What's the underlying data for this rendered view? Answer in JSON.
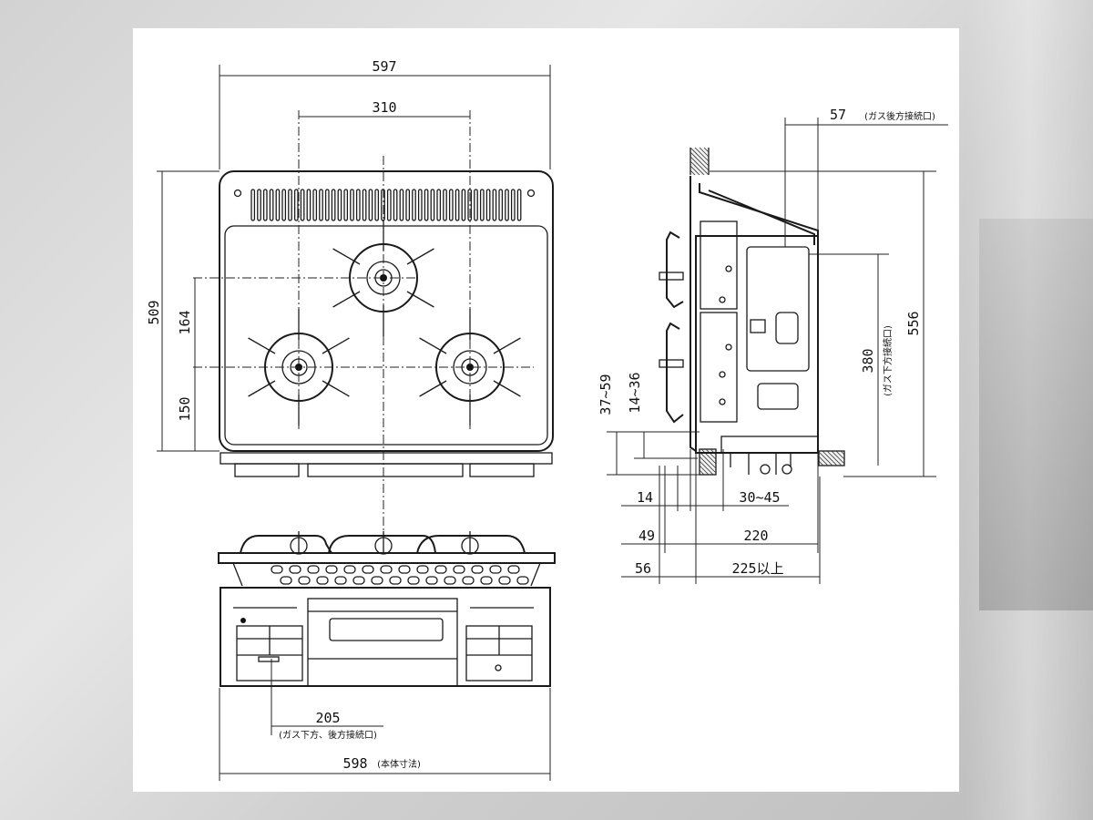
{
  "dimensions": {
    "overall_width_top": "597",
    "burner_spacing": "310",
    "depth_total": "509",
    "front_to_rear_burner": "164",
    "front_burner_to_edge": "150",
    "gas_rear_connection": "57",
    "gas_rear_connection_note": "(ガス後方接続口)",
    "gas_bottom_connection_height": "380",
    "gas_bottom_connection_note": "(ガス下方接続口)",
    "overall_height_side": "556",
    "range_37_59": "37~59",
    "range_14_36": "14~36",
    "dim_14": "14",
    "range_30_45": "30~45",
    "dim_49": "49",
    "dim_220": "220",
    "dim_56": "56",
    "dim_225": "225以上",
    "gas_offset": "205",
    "gas_offset_note": "(ガス下方、後方接続口)",
    "body_width": "598",
    "body_width_note": "(本体寸法)"
  }
}
